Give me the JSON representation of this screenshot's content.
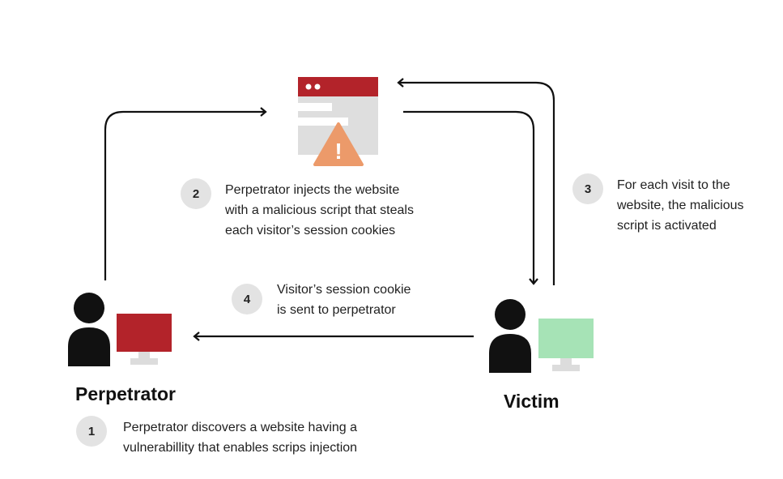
{
  "colors": {
    "perpetrator_monitor": "#b3232a",
    "victim_monitor": "#a6e3b6",
    "website_header": "#b3232a",
    "website_body": "#dedede",
    "warning": "#ec9a6a",
    "badge": "#e3e3e3",
    "person": "#111111",
    "arrow": "#111111"
  },
  "actors": {
    "perpetrator": {
      "label": "Perpetrator",
      "icon": "person-icon",
      "device": "monitor-icon"
    },
    "victim": {
      "label": "Victim",
      "icon": "person-icon",
      "device": "monitor-icon"
    }
  },
  "website": {
    "icon": "browser-window-icon",
    "alert_icon": "warning-triangle-icon",
    "alert_glyph": "!"
  },
  "steps": [
    {
      "number": "1",
      "lines": [
        "Perpetrator discovers a website having a",
        "vulnerabillity that enables scrips injection"
      ]
    },
    {
      "number": "2",
      "lines": [
        "Perpetrator injects the website",
        "with a malicious script that steals",
        "each visitor’s session cookies"
      ]
    },
    {
      "number": "3",
      "lines": [
        "For each visit to the",
        "website, the malicious",
        "script is activated"
      ]
    },
    {
      "number": "4",
      "lines": [
        "Visitor’s session cookie",
        "is sent to perpetrator"
      ]
    }
  ]
}
